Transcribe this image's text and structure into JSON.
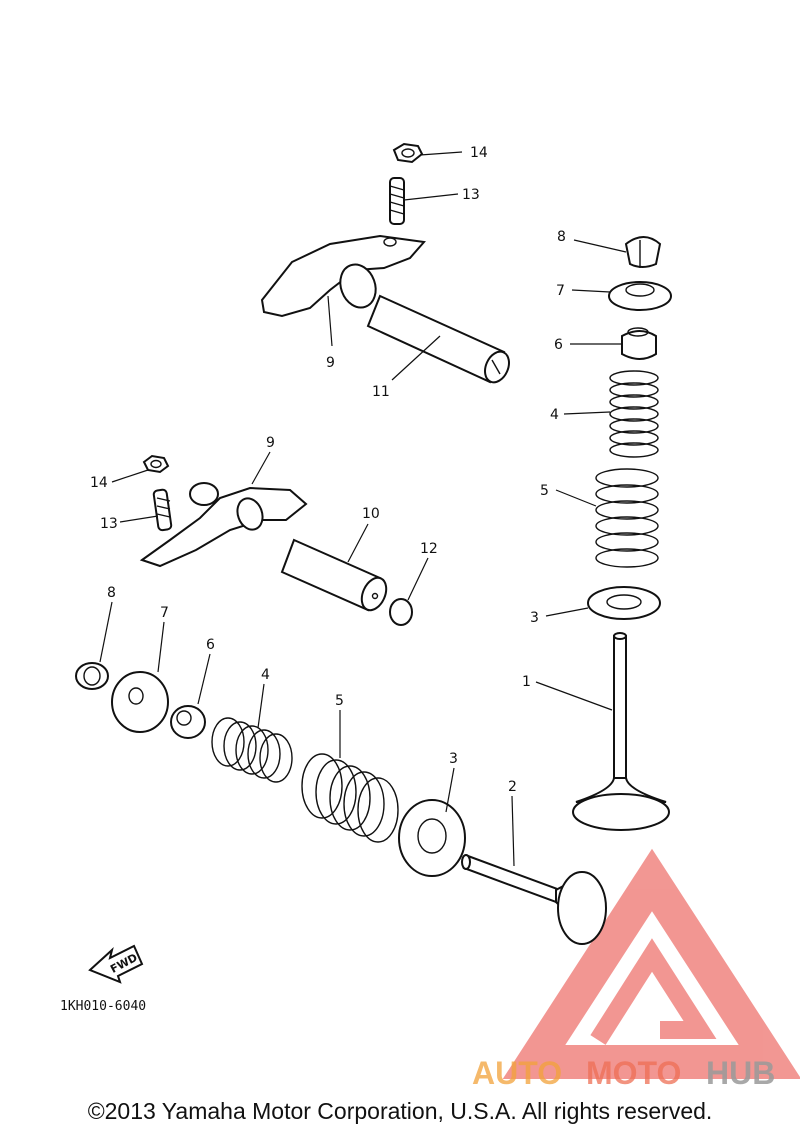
{
  "diagram": {
    "labels": [
      "14",
      "13",
      "9",
      "11",
      "8",
      "7",
      "6",
      "4",
      "5",
      "3",
      "1",
      "9",
      "14",
      "13",
      "10",
      "12",
      "8",
      "7",
      "6",
      "4",
      "5",
      "3",
      "2"
    ],
    "figure_code": "1KH010-6040",
    "fwd_text": "FWD",
    "watermark": {
      "auto": "AUTO",
      "moto": "MOTO",
      "hub": "HUB"
    },
    "copyright": "©2013 Yamaha Motor Corporation, U.S.A. All rights reserved."
  },
  "colors": {
    "watermark_red": "#e8413a",
    "watermark_orange": "#f2a23a",
    "watermark_gray": "#9a9a9a"
  }
}
